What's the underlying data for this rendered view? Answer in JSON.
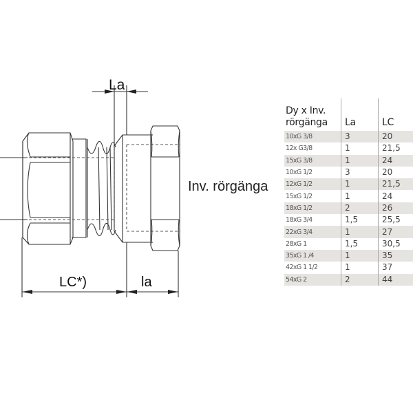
{
  "diagram": {
    "labels": {
      "la_top": "La",
      "lc_bottom": "LC*)",
      "la_bottom": "la",
      "inner_thread": "Inv. rörgänga"
    }
  },
  "table": {
    "headers": [
      "Dy x Inv. rörgänga",
      "La",
      "LC"
    ],
    "header_line1": "Dy x Inv.",
    "header_line2": "rörgänga",
    "shade_color": "#e6e4e1",
    "rows": [
      [
        "10xG 3/8",
        "3",
        "20"
      ],
      [
        "12x G3/8",
        "1",
        "21,5"
      ],
      [
        "15xG 3/8",
        "1",
        "24"
      ],
      [
        "10xG 1/2",
        "3",
        "20"
      ],
      [
        "12xG 1/2",
        "1",
        "21,5"
      ],
      [
        "15xG 1/2",
        "1",
        "24"
      ],
      [
        "18xG 1/2",
        "2",
        "26"
      ],
      [
        "18xG 3/4",
        "1,5",
        "25,5"
      ],
      [
        "22xG 3/4",
        "1",
        "27"
      ],
      [
        "28xG 1",
        "1,5",
        "30,5"
      ],
      [
        "35xG 1 /4",
        "1",
        "35"
      ],
      [
        "42xG 1 1/2",
        "1",
        "37"
      ],
      [
        "54xG 2",
        "2",
        "44"
      ]
    ]
  }
}
